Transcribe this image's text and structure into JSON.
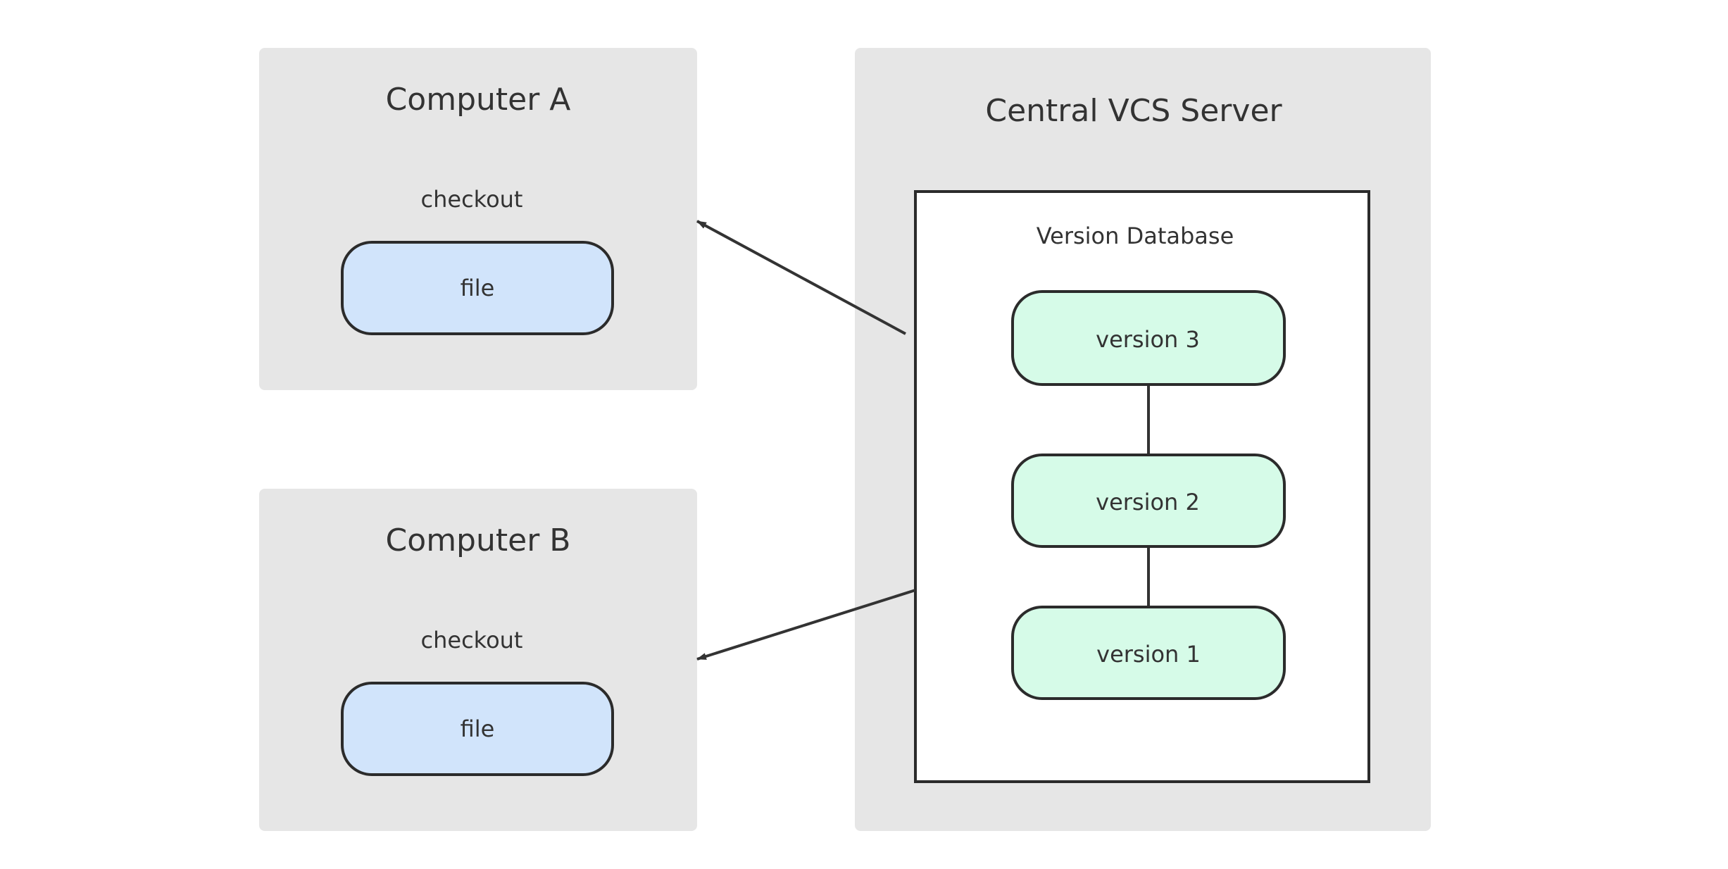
{
  "computer_a": {
    "title": "Computer A",
    "checkout_label": "checkout",
    "file_label": "file"
  },
  "computer_b": {
    "title": "Computer B",
    "checkout_label": "checkout",
    "file_label": "file"
  },
  "server": {
    "title": "Central VCS Server",
    "database": {
      "title": "Version Database",
      "versions": [
        "version 3",
        "version 2",
        "version 1"
      ]
    }
  },
  "colors": {
    "panel_bg": "#e6e6e6",
    "file_fill": "#d1e4fb",
    "version_fill": "#d6fbe8",
    "stroke": "#2b2b2b"
  }
}
